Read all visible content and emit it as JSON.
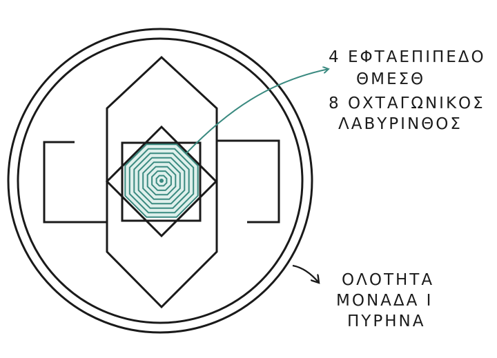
{
  "label_top": {
    "line1": "4 ΕΦΤΑΕΠΙΠΕΔΟ",
    "line2": "ΘΜΕΣΘ",
    "line3": "8 ΟΧΤΑΓΩΝΙΚΟΣ",
    "line4": "ΛΑΒΥΡΙΝΘΟΣ"
  },
  "label_bottom": {
    "line1": "ΟΛΟΤΗΤΑ",
    "line2": "ΜΟΝΑΔΑ Ι",
    "line3": "ΠΥΡΗΝΑ"
  },
  "colors": {
    "ink": "#1a1a1a",
    "accent": "#3a8a80",
    "spiral_fill": "#dff0ec"
  }
}
